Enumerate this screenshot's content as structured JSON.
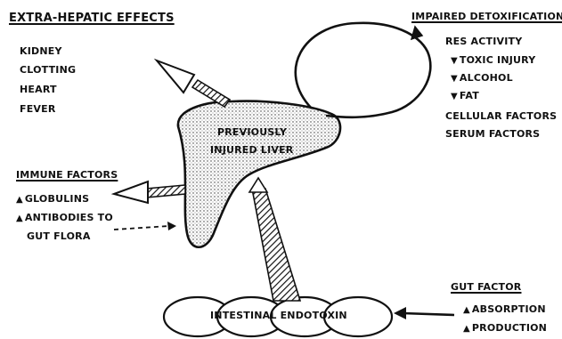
{
  "diagram": {
    "extra_hepatic": {
      "heading": "EXTRA-HEPATIC EFFECTS",
      "items": [
        "KIDNEY",
        "CLOTTING",
        "HEART",
        "FEVER"
      ]
    },
    "impaired_detox": {
      "heading": "IMPAIRED DETOXIFICATION",
      "res": "RES ACTIVITY",
      "sub_items": [
        "TOXIC INJURY",
        "ALCOHOL",
        "FAT"
      ],
      "cellular": "CELLULAR FACTORS",
      "serum": "SERUM FACTORS"
    },
    "liver": {
      "line1": "PREVIOUSLY",
      "line2": "INJURED LIVER"
    },
    "immune": {
      "heading": "IMMUNE FACTORS",
      "items": [
        "GLOBULINS",
        "ANTIBODIES TO"
      ],
      "cont": "GUT FLORA"
    },
    "gut": {
      "heading": "GUT FACTOR",
      "items": [
        "ABSORPTION",
        "PRODUCTION"
      ]
    },
    "intestine": {
      "label": "INTESTINAL ENDOTOXIN"
    },
    "glyphs": {
      "down": "▼",
      "up": "▲"
    }
  }
}
